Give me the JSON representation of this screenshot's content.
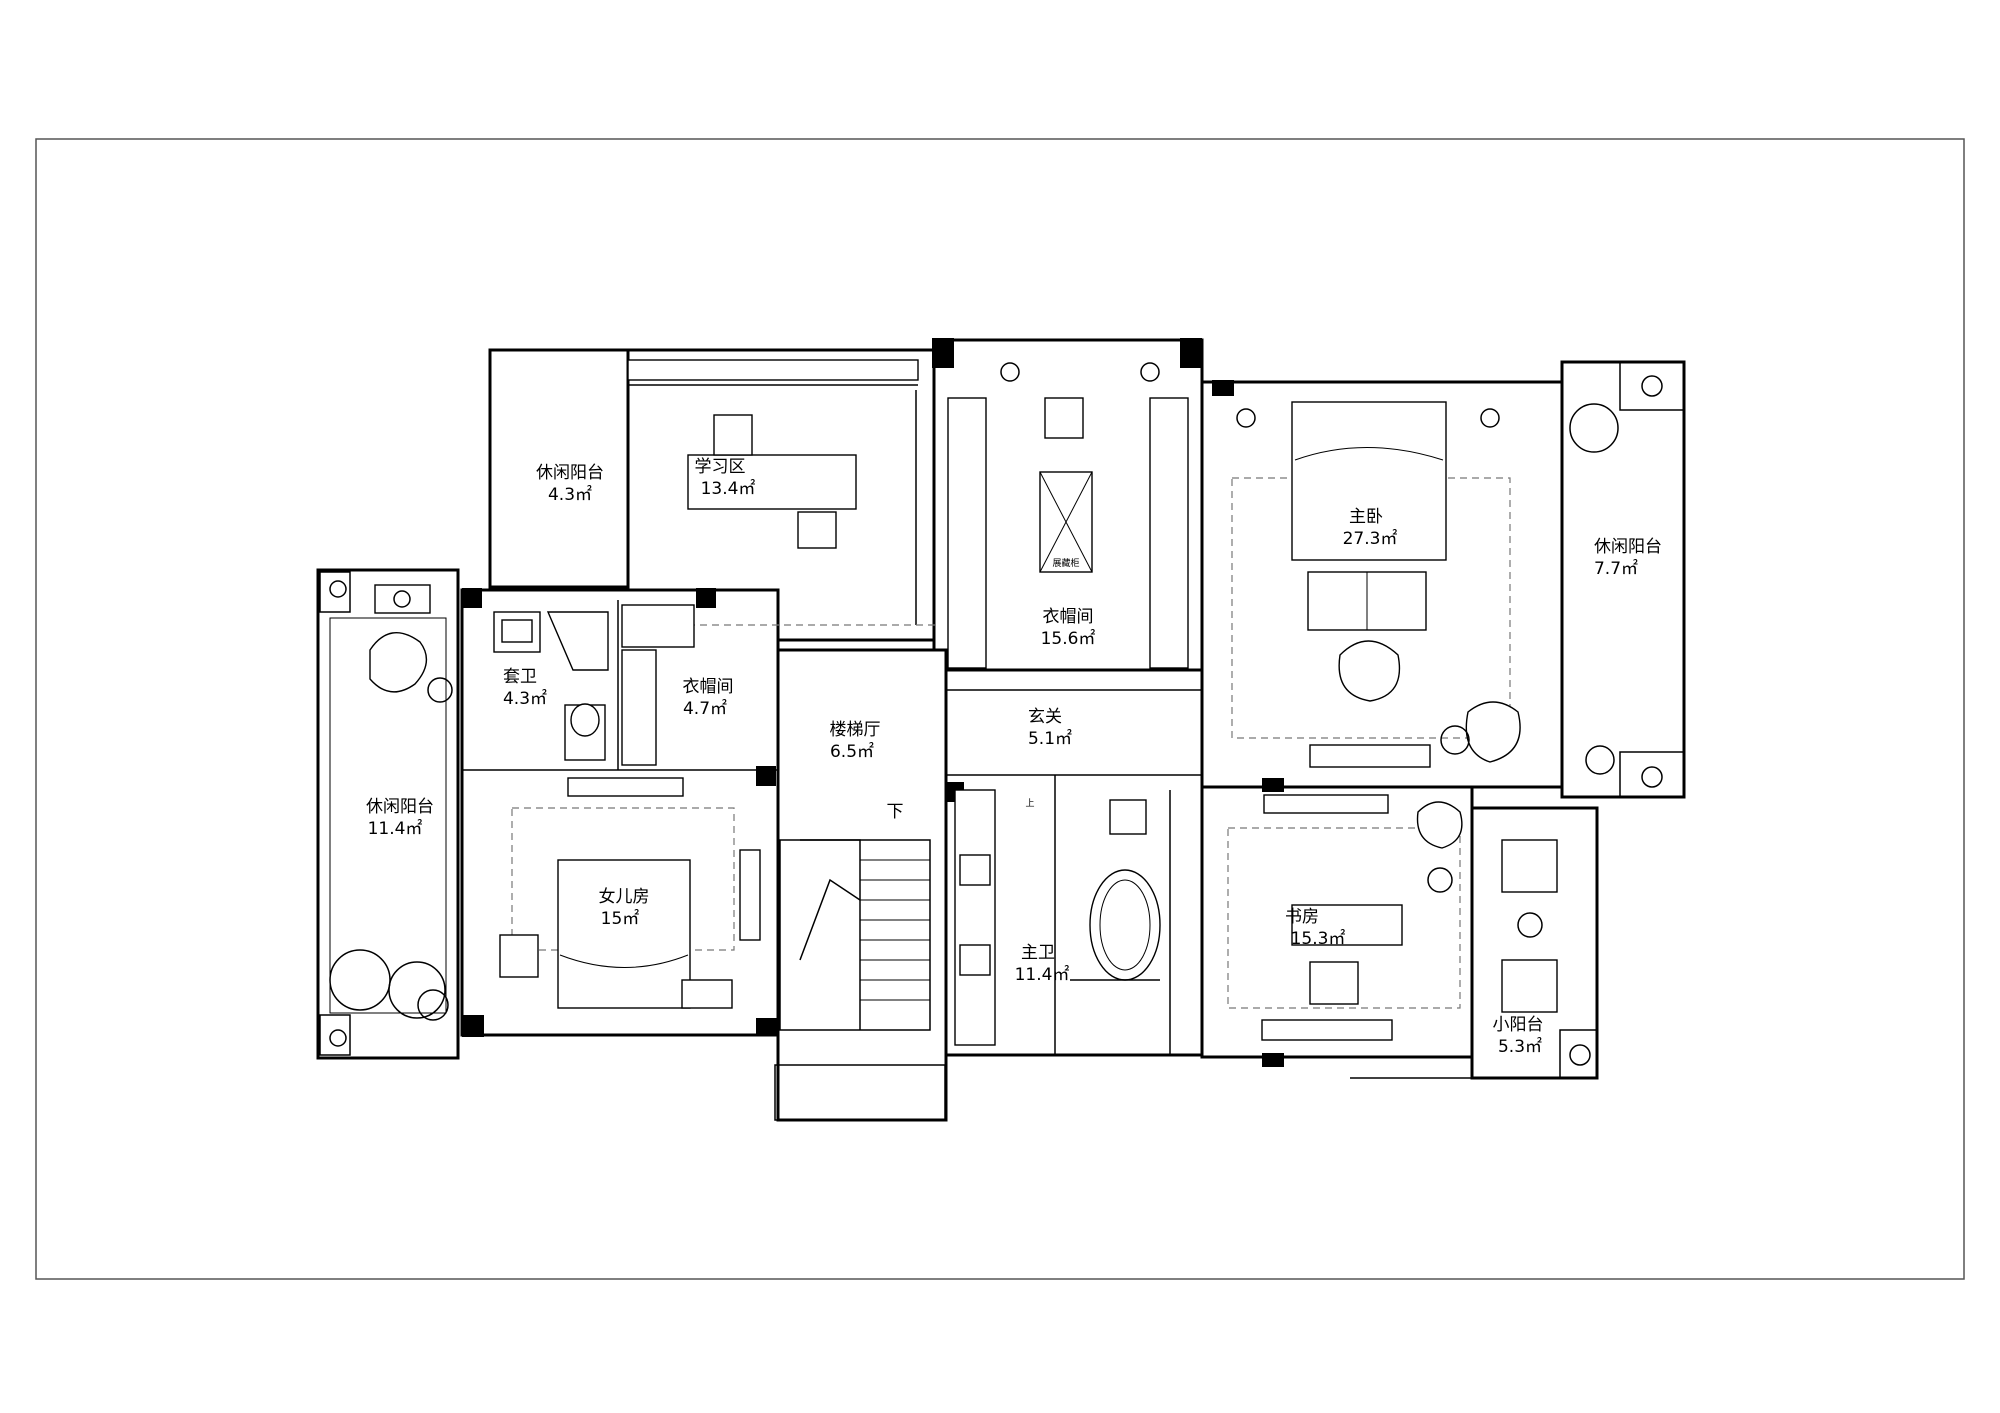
{
  "rooms": [
    {
      "id": "balcony_a",
      "name": "休闲阳台",
      "area": "4.3㎡"
    },
    {
      "id": "study_zone",
      "name": "学习区",
      "area": "13.4㎡"
    },
    {
      "id": "closet_main",
      "name": "衣帽间",
      "area": "15.6㎡"
    },
    {
      "id": "master_bed",
      "name": "主卧",
      "area": "27.3㎡"
    },
    {
      "id": "balcony_b",
      "name": "休闲阳台",
      "area": "7.7㎡"
    },
    {
      "id": "guest_bath",
      "name": "套卫",
      "area": "4.3㎡"
    },
    {
      "id": "closet_small",
      "name": "衣帽间",
      "area": "4.7㎡"
    },
    {
      "id": "stair_hall",
      "name": "楼梯厅",
      "area": "6.5㎡"
    },
    {
      "id": "foyer",
      "name": "玄关",
      "area": "5.1㎡"
    },
    {
      "id": "balcony_c",
      "name": "休闲阳台",
      "area": "11.4㎡"
    },
    {
      "id": "daughter_room",
      "name": "女儿房",
      "area": "15㎡"
    },
    {
      "id": "master_bath",
      "name": "主卫",
      "area": "11.4㎡"
    },
    {
      "id": "study",
      "name": "书房",
      "area": "15.3㎡"
    },
    {
      "id": "small_balcony",
      "name": "小阳台",
      "area": "5.3㎡"
    }
  ],
  "stair_direction": "下",
  "closet_island_label": "展藏柜",
  "door_up_mark": "上"
}
